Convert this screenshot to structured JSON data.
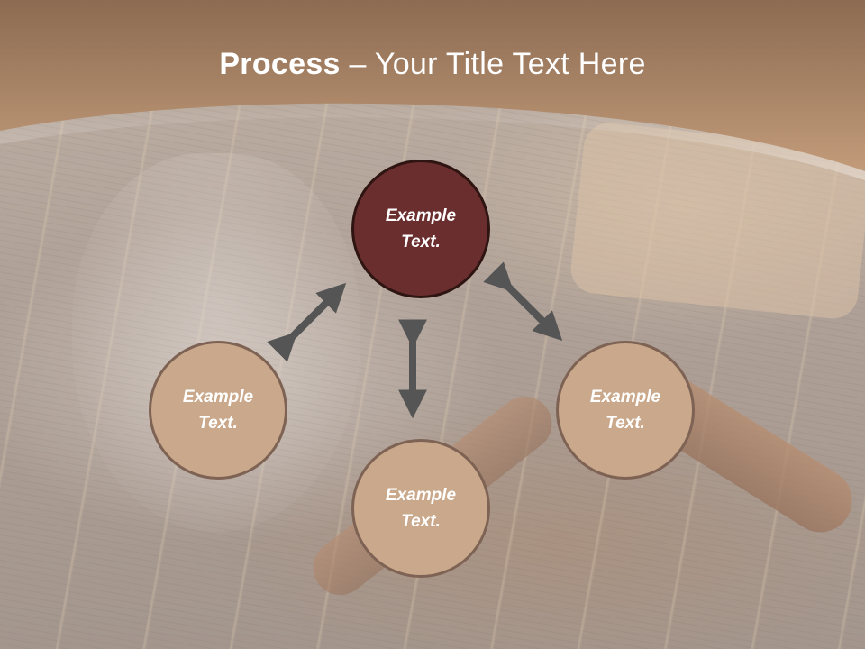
{
  "slide": {
    "title_bold": "Process",
    "title_rest": " – Your Title Text Here"
  },
  "nodes": [
    {
      "id": "top",
      "label_line1": "Example",
      "label_line2": "Text."
    },
    {
      "id": "left",
      "label_line1": "Example",
      "label_line2": "Text."
    },
    {
      "id": "bottom",
      "label_line1": "Example",
      "label_line2": "Text."
    },
    {
      "id": "right",
      "label_line1": "Example",
      "label_line2": "Text."
    }
  ],
  "colors": {
    "header_top": "#8c6b52",
    "header_bottom": "#c19a78",
    "center_node": "#6a2e2e",
    "outer_node": "#c9a88b",
    "arrow": "#555555"
  }
}
